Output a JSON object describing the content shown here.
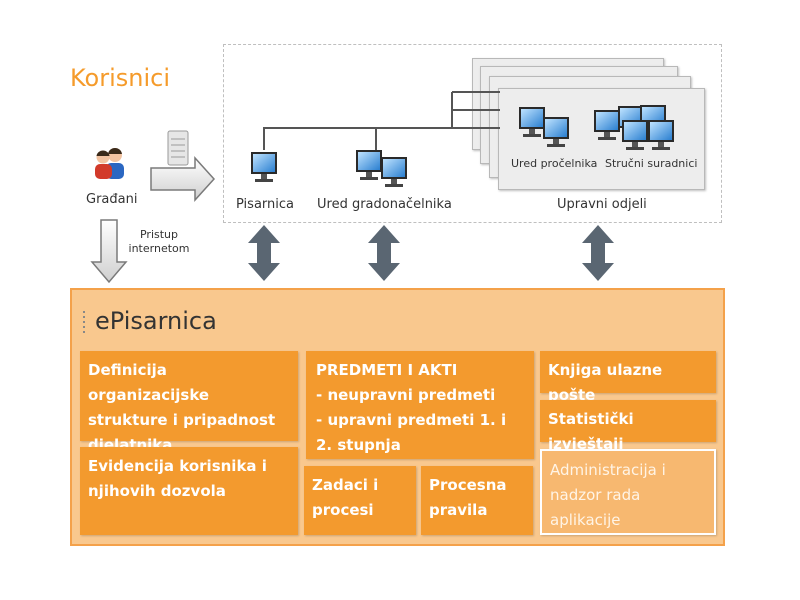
{
  "title": "Korisnici",
  "users": {
    "citizens_label": "Građani",
    "internet_access_label": "Pristup internetom",
    "pisarnica_label": "Pisarnica",
    "mayor_office_label": "Ured gradonačelnika",
    "departments_label": "Upravni odjeli",
    "head_office_label": "Ured pročelnika",
    "experts_label": "Stručni suradnici"
  },
  "system": {
    "name": "ePisarnica",
    "modules": {
      "org_structure": "Definicija organizacijske strukture i pripadnost djelatnika",
      "user_records": "Evidencija korisnika i njihovih dozvola",
      "cases_title": "PREDMETI I AKTI",
      "cases_line1": "- neupravni predmeti",
      "cases_line2": "- upravni predmeti 1. i",
      "cases_line3": "2. stupnja",
      "tasks": "Zadaci i procesi",
      "rules": "Procesna pravila",
      "incoming_mail": "Knjiga ulazne pošte",
      "reports": "Statistički izvještaji",
      "admin": "Administracija i nadzor rada aplikacije"
    }
  },
  "colors": {
    "accent": "#f59b2b",
    "module": "#f39a2e",
    "module_light": "#f7b870",
    "panel": "#f9c88e",
    "arrow": "#5a6672"
  }
}
